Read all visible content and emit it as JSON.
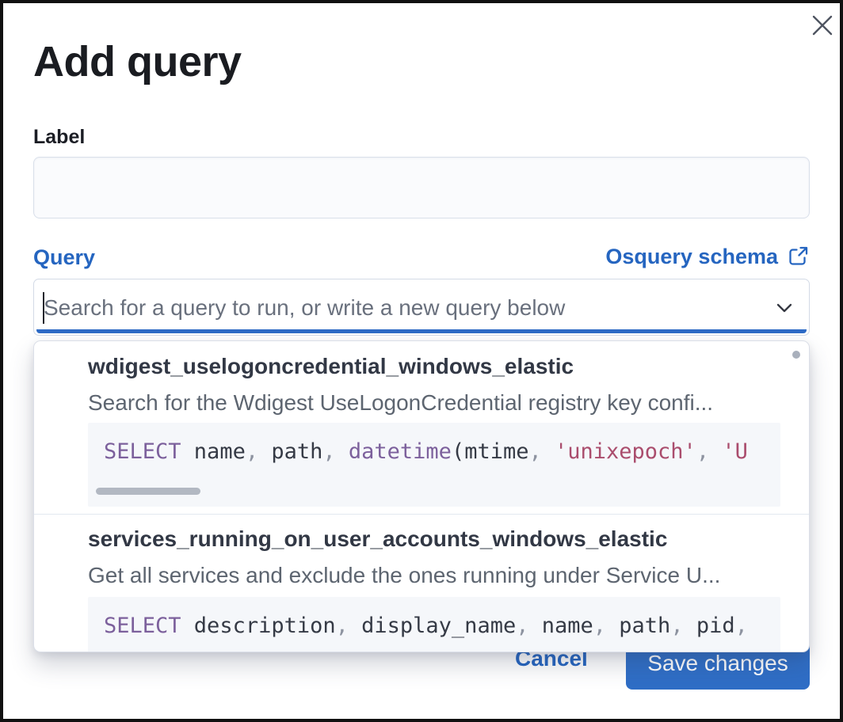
{
  "colors": {
    "accent_blue": "#2e6bc6",
    "link_blue": "#2565c0",
    "button_blue": "#2f6ec6",
    "code_keyword_purple": "#7c609c",
    "code_string_rose": "#aa4d6d",
    "code_text": "#353a45",
    "code_background": "#f5f7fa",
    "text_primary": "#1a1c21",
    "text_subdued": "#5d6570"
  },
  "modal": {
    "title": "Add query",
    "close_icon": "close-icon",
    "label_field": {
      "label": "Label",
      "value": ""
    },
    "query_field": {
      "label": "Query",
      "schema_link_label": "Osquery schema",
      "schema_link_icon": "external-link-icon",
      "placeholder": "Search for a query to run, or write a new query below",
      "value": "",
      "chevron_icon": "chevron-down-icon"
    },
    "dropdown": {
      "scrollbar_icon": "vertical-scrollbar-thumb",
      "options": [
        {
          "title": "wdigest_uselogoncredential_windows_elastic",
          "description": "Search for the Wdigest UseLogonCredential registry key confi...",
          "code_tokens": [
            {
              "text": "SELECT",
              "type": "kw"
            },
            {
              "text": " name",
              "type": "txt"
            },
            {
              "text": ", ",
              "type": "pun"
            },
            {
              "text": "path",
              "type": "txt"
            },
            {
              "text": ", ",
              "type": "pun"
            },
            {
              "text": "datetime",
              "type": "kw"
            },
            {
              "text": "(",
              "type": "txt"
            },
            {
              "text": "mtime",
              "type": "txt"
            },
            {
              "text": ", ",
              "type": "pun"
            },
            {
              "text": "'unixepoch'",
              "type": "str"
            },
            {
              "text": ", ",
              "type": "pun"
            },
            {
              "text": "'U",
              "type": "str"
            }
          ],
          "has_horizontal_scrollbar": true
        },
        {
          "title": "services_running_on_user_accounts_windows_elastic",
          "description": "Get all services and exclude the ones running under Service U...",
          "code_tokens": [
            {
              "text": "SELECT",
              "type": "kw"
            },
            {
              "text": " description",
              "type": "txt"
            },
            {
              "text": ", ",
              "type": "pun"
            },
            {
              "text": "display_name",
              "type": "txt"
            },
            {
              "text": ", ",
              "type": "pun"
            },
            {
              "text": "name",
              "type": "txt"
            },
            {
              "text": ", ",
              "type": "pun"
            },
            {
              "text": "path",
              "type": "txt"
            },
            {
              "text": ", ",
              "type": "pun"
            },
            {
              "text": "pid",
              "type": "txt"
            },
            {
              "text": ",",
              "type": "pun"
            }
          ],
          "has_horizontal_scrollbar": false
        }
      ]
    },
    "footer": {
      "cancel_label": "Cancel",
      "save_label": "Save changes"
    }
  }
}
